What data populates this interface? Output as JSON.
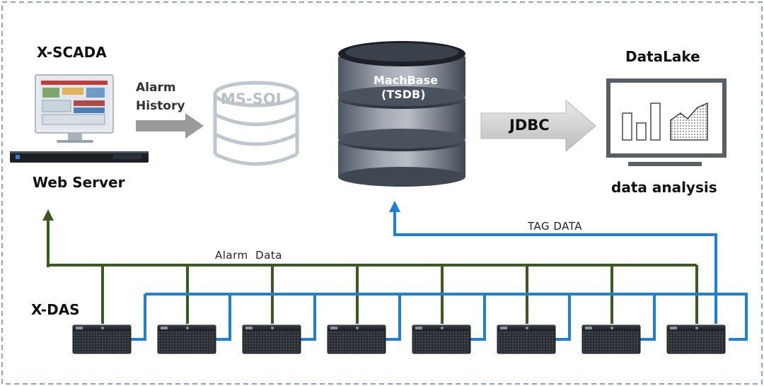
{
  "diagram": {
    "scada_title": "X-SCADA",
    "web_server": "Web Server",
    "alarm_history_line1": "Alarm",
    "alarm_history_line2": "History",
    "mssql": "MS-SQL",
    "machbase_line1": "MachBase",
    "machbase_line2": "(TSDB)",
    "jdbc": "JDBC",
    "datalake_title": "DataLake",
    "data_analysis": "data analysis",
    "tag_data": "TAG DATA",
    "alarm_data": "Alarm  Data",
    "xdas": "X-DAS"
  },
  "colors": {
    "alarm_line": "#3a5a22",
    "tag_line": "#1e7fd6",
    "border": "#8ea3bd",
    "arrow_gray": "#9a9a9a"
  },
  "icons": [
    "monitor-icon",
    "server-rack-icon",
    "database-icon",
    "bar-chart-icon",
    "das-unit-icon"
  ]
}
